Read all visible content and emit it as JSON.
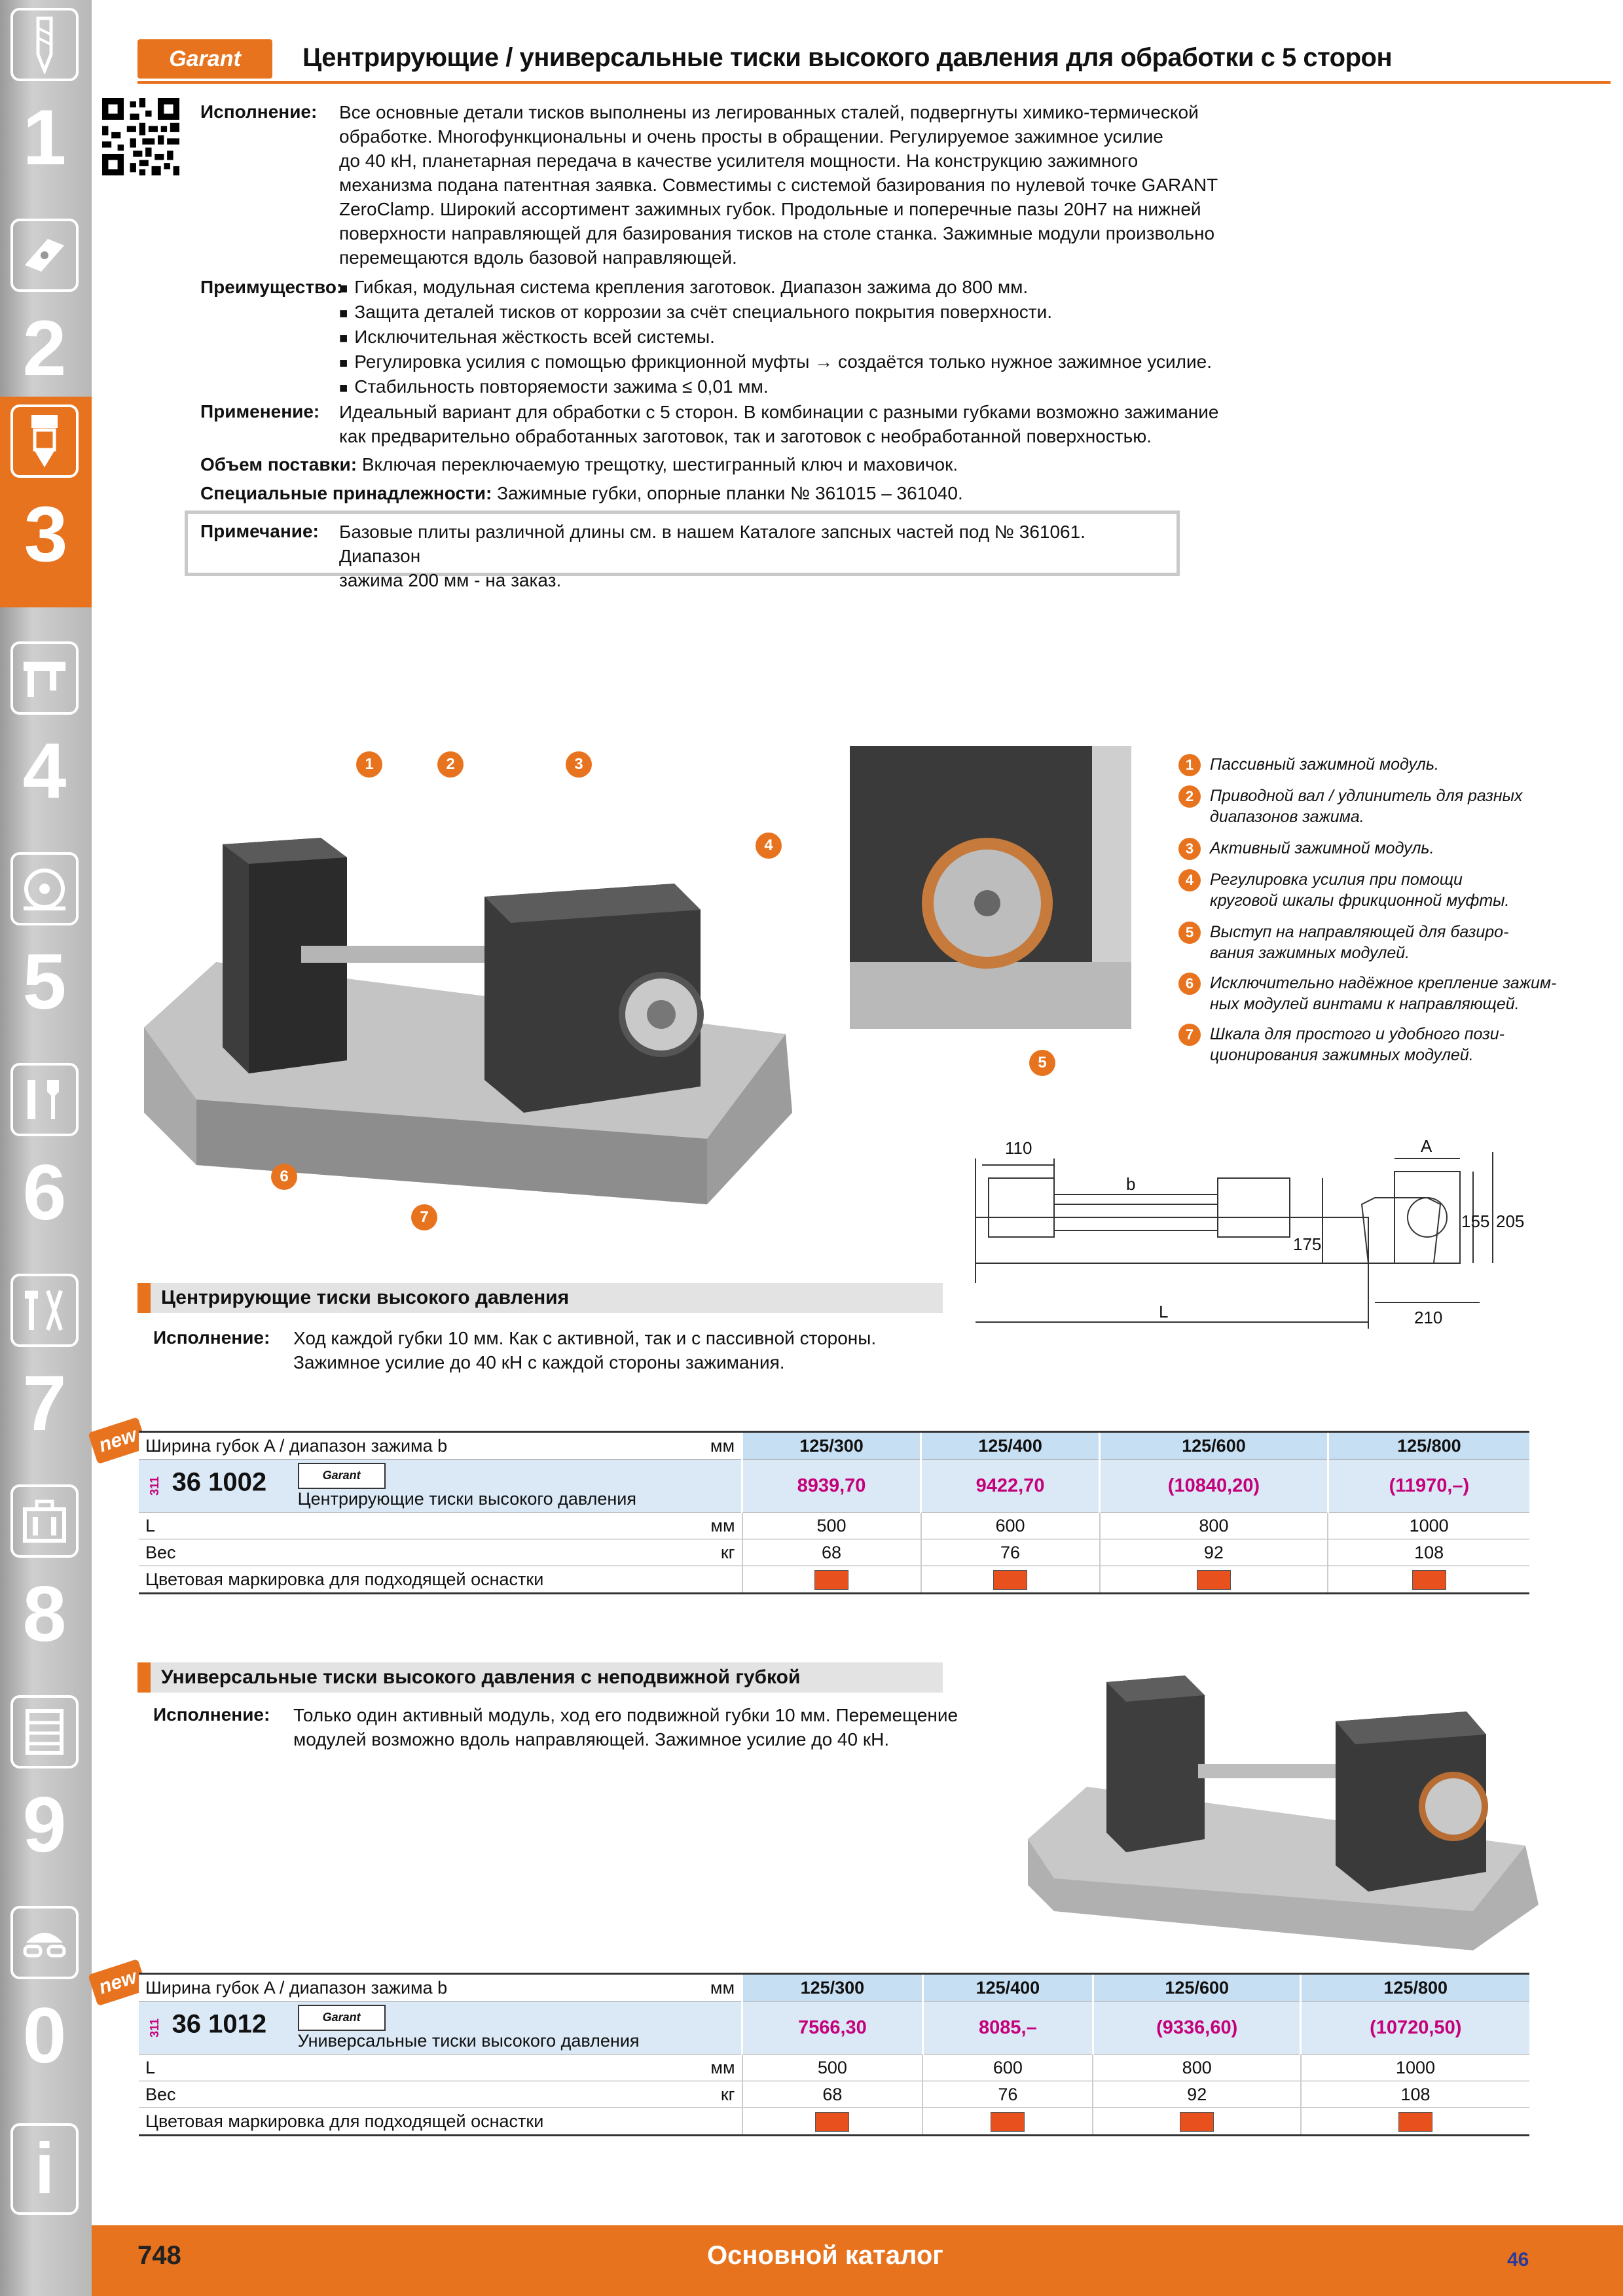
{
  "header": {
    "logo_text": "Garant",
    "title": "Центрирующие / универсальные тиски высокого давления для обработки с 5 сторон"
  },
  "sidebar": {
    "tabs": [
      {
        "num": "1",
        "icon": "drill-icon"
      },
      {
        "num": "2",
        "icon": "insert-icon"
      },
      {
        "num": "3",
        "icon": "chuck-icon"
      },
      {
        "num": "4",
        "icon": "caliper-icon"
      },
      {
        "num": "5",
        "icon": "saw-blade-icon"
      },
      {
        "num": "6",
        "icon": "wrench-icon"
      },
      {
        "num": "7",
        "icon": "pliers-icon"
      },
      {
        "num": "8",
        "icon": "toolbox-icon"
      },
      {
        "num": "9",
        "icon": "cabinet-icon"
      },
      {
        "num": "0",
        "icon": "safety-icon"
      },
      {
        "num": "i",
        "icon": "info-icon"
      }
    ],
    "active": "3"
  },
  "intro": {
    "execution_label": "Исполнение:",
    "execution_lines": [
      "Все основные детали тисков выполнены из легированных сталей, подвергнуты химико-термической",
      "обработке. Многофункциональны и очень просты в обращении. Регулируемое зажимное усилие",
      "до 40 кН, планетарная передача в качестве усилителя мощности. На конструкцию зажимного",
      "механизма подана патентная заявка. Совместимы с системой базирования по нулевой точке GARANT",
      "ZeroClamp. Широкий ассортимент зажимных губок. Продольные и поперечные пазы 20H7 на нижней",
      "поверхности направляющей для базирования тисков на столе станка. Зажимные модули произвольно",
      "перемещаются вдоль базовой направляющей."
    ],
    "advantage_label": "Преимущество:",
    "advantages": [
      "Гибкая, модульная система крепления заготовок.  Диапазон зажима до 800 мм.",
      "Защита деталей тисков от коррозии за счёт специального покрытия поверхности.",
      "Исключительная жёсткость всей системы.",
      "Регулировка усилия с помощью фрикционной муфты → создаётся только нужное зажимное усилие.",
      "Стабильность повторяемости зажима ≤ 0,01 мм."
    ],
    "application_label": "Применение:",
    "application_lines": [
      "Идеальный вариант для обработки с 5 сторон. В комбинации с разными губками возможно зажимание",
      "как предварительно обработанных заготовок, так и заготовок с необработанной поверхностью."
    ],
    "scope_label": "Объем поставки:",
    "scope_text": "Включая переключаемую трещотку, шестигранный ключ и маховичок.",
    "accessories_label": "Специальные принадлежности:",
    "accessories_text": "Зажимные губки, опорные планки № 361015 – 361040.",
    "note_label": "Примечание:",
    "note_lines": [
      "Базовые плиты различной длины см. в нашем Каталоге запсных частей под № 361061. Диапазон",
      "зажима 200 мм - на заказ."
    ]
  },
  "legend": [
    {
      "n": "1",
      "lines": [
        "Пассивный зажимной модуль."
      ]
    },
    {
      "n": "2",
      "lines": [
        "Приводной вал / удлинитель  для разных",
        "диапазонов зажима."
      ]
    },
    {
      "n": "3",
      "lines": [
        "Активный зажимной модуль."
      ]
    },
    {
      "n": "4",
      "lines": [
        "Регулировка усилия при помощи",
        "круговой шкалы фрикционной муфты."
      ]
    },
    {
      "n": "5",
      "lines": [
        "Выступ на направляющей для базиро-",
        "вания зажимных модулей."
      ]
    },
    {
      "n": "6",
      "lines": [
        "Исключительно надёжное крепление зажим-",
        "ных модулей винтами к направляющей."
      ]
    },
    {
      "n": "7",
      "lines": [
        "Шкала для простого и удобного пози-",
        "ционирования зажимных модулей."
      ]
    }
  ],
  "drawing": {
    "dim_110": "110",
    "dim_b": "b",
    "dim_175": "175",
    "dim_L": "L",
    "dim_A": "A",
    "dim_155": "155",
    "dim_205": "205",
    "dim_210": "210"
  },
  "section1": {
    "title": "Центрирующие тиски высокого давления",
    "execution_label": "Исполнение:",
    "lines": [
      "Ход каждой губки 10 мм. Как с активной, так и с пассивной стороны.",
      "Зажимное усилие до 40 кН с каждой стороны зажимания."
    ]
  },
  "section2": {
    "title": "Универсальные тиски высокого давления с неподвижной губкой",
    "execution_label": "Исполнение:",
    "lines": [
      "Только один активный модуль, ход его подвижной губки 10 мм. Перемещение",
      "модулей возможно вдоль направляющей. Зажимное усилие до 40 кН."
    ]
  },
  "badges": {
    "new": "new"
  },
  "table1": {
    "header_label": "Ширина губок A / диапазон зажима b",
    "header_unit": "мм",
    "columns": [
      "125/300",
      "125/400",
      "125/600",
      "125/800"
    ],
    "art_prefix": "311",
    "art_no": "36 1002",
    "mini_logo": "Garant",
    "art_desc": "Центрирующие тиски высокого давления",
    "prices": [
      "8939,70",
      "9422,70",
      "(10840,20)",
      "(11970,–)"
    ],
    "rows": [
      {
        "label": "L",
        "unit": "мм",
        "values": [
          "500",
          "600",
          "800",
          "1000"
        ]
      },
      {
        "label": "Вес",
        "unit": "кг",
        "values": [
          "68",
          "76",
          "92",
          "108"
        ]
      }
    ],
    "color_label": "Цветовая маркировка для подходящей оснастки",
    "swatch_color": "#e8511e"
  },
  "table2": {
    "header_label": "Ширина губок A / диапазон зажима b",
    "header_unit": "мм",
    "columns": [
      "125/300",
      "125/400",
      "125/600",
      "125/800"
    ],
    "art_prefix": "311",
    "art_no": "36 1012",
    "mini_logo": "Garant",
    "art_desc": "Универсальные тиски высокого давления",
    "prices": [
      "7566,30",
      "8085,–",
      "(9336,60)",
      "(10720,50)"
    ],
    "rows": [
      {
        "label": "L",
        "unit": "мм",
        "values": [
          "500",
          "600",
          "800",
          "1000"
        ]
      },
      {
        "label": "Вес",
        "unit": "кг",
        "values": [
          "68",
          "76",
          "92",
          "108"
        ]
      }
    ],
    "color_label": "Цветовая маркировка для подходящей оснастки",
    "swatch_color": "#e8511e"
  },
  "footer": {
    "page_left": "748",
    "center": "Основной каталог",
    "page_right": "46"
  },
  "colors": {
    "accent": "#e8731e",
    "price": "#c4007a",
    "table_head": "#c7dff3"
  }
}
